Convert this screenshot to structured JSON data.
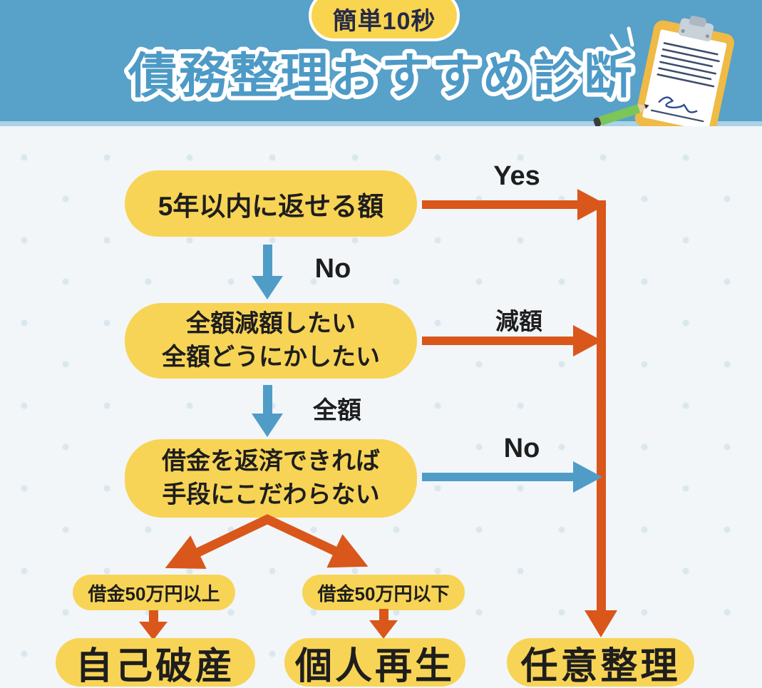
{
  "header": {
    "badge_label": "簡単10秒",
    "title": "債務整理おすすめ診断"
  },
  "flow": {
    "node1": "5年以内に返せる額",
    "node1_yes_label": "Yes",
    "node1_no_label": "No",
    "node2_line1": "全額減額したい",
    "node2_line2": "全額どうにかしたい",
    "node2_right_label": "減額",
    "node2_down_label": "全額",
    "node3_line1": "借金を返済できれば",
    "node3_line2": "手段にこだわらない",
    "node3_right_label": "No",
    "cond_left_label": "借金50万円以上",
    "cond_right_label": "借金50万円以下",
    "result_left": "自己破産",
    "result_center": "個人再生",
    "result_right": "任意整理"
  },
  "colors": {
    "banner_blue": "#58A1C8",
    "strip_blue": "#A9D2E6",
    "body_background": "#F2F6F9",
    "dot": "#DBE7EF",
    "node_yellow": "#F8D456",
    "arrow_orange": "#D9571B",
    "arrow_blue": "#4F9DC7",
    "text_dark": "#1E1E1E",
    "badge_text_navy": "#252A47"
  },
  "icons": {
    "clipboard": "clipboard-icon",
    "pencil": "pencil-icon",
    "sparkle": "sparkle-icon"
  }
}
